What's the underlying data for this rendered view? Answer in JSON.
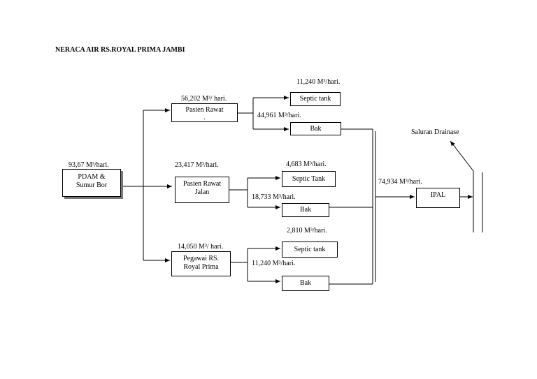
{
  "title": "NERACA AIR RS.ROYAL PRIMA JAMBI",
  "sources": {
    "pdam": {
      "flow": "93,67 M³/hari.",
      "line1": "PDAM &",
      "line2": "Sumur Bor"
    }
  },
  "branches": {
    "rawat_inap": {
      "flow": "56,202 M³/ hari.",
      "line1": "Pasien Rawat",
      "line2": "."
    },
    "rawat_jalan": {
      "flow": "23,417 M³/hari.",
      "line1": "Pasien Rawat",
      "line2": "Jalan"
    },
    "pegawai": {
      "flow": "14,050 M³/ hari.",
      "line1": "Pegawai RS.",
      "line2": "Royal Prima"
    }
  },
  "sinks": {
    "septic1": {
      "flow": "11,240 M³/hari.",
      "label": "Septic tank"
    },
    "bak1": {
      "flow": "44,961 M³/hari.",
      "label": "Bak"
    },
    "septic2": {
      "flow": "4,683 M³/hari.",
      "label": "Septic Tank"
    },
    "bak2": {
      "flow": "18,733 M³/hari.",
      "label": "Bak"
    },
    "septic3": {
      "flow": "2,810 M³/hari.",
      "label": "Septic tank"
    },
    "bak3": {
      "flow": "11,240 M³/hari.",
      "label": "Bak"
    }
  },
  "ipal": {
    "flow": "74,934 M³/hari.",
    "label": "IPAL"
  },
  "drainase": {
    "label": "Saluran Drainase"
  }
}
